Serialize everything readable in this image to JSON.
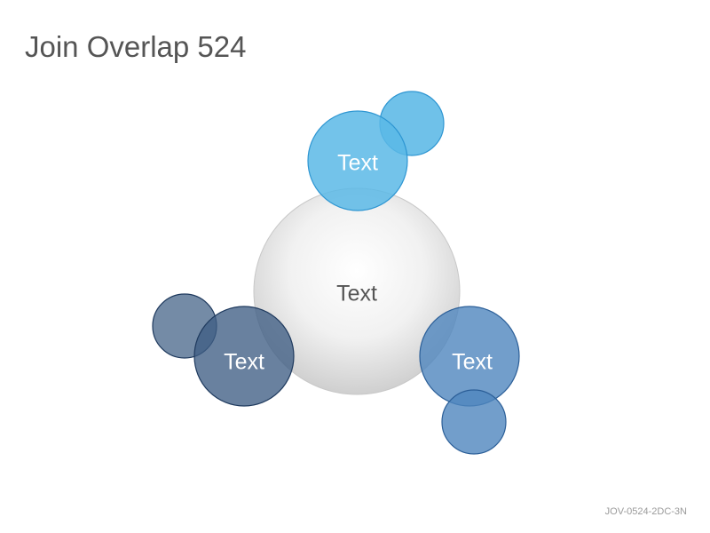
{
  "slide": {
    "title": "Join Overlap 524",
    "footer_code": "JOV-0524-2DC-3N"
  },
  "diagram": {
    "center_label": "Text",
    "nodes": [
      {
        "label": "Text",
        "color": "#5BB8E6",
        "stroke": "#2E96D2"
      },
      {
        "label": "Text",
        "color": "#3F5E84",
        "stroke": "#1F3A5E"
      },
      {
        "label": "Text",
        "color": "#4F86BE",
        "stroke": "#2C5F98"
      }
    ]
  },
  "colors": {
    "title_text": "#555555",
    "footer_text": "#9A9A9A",
    "center_fill_light": "#FFFFFF",
    "center_fill_dark": "#D0D0D0",
    "center_label_text": "#555555",
    "node_label_text": "#FFFFFF"
  }
}
